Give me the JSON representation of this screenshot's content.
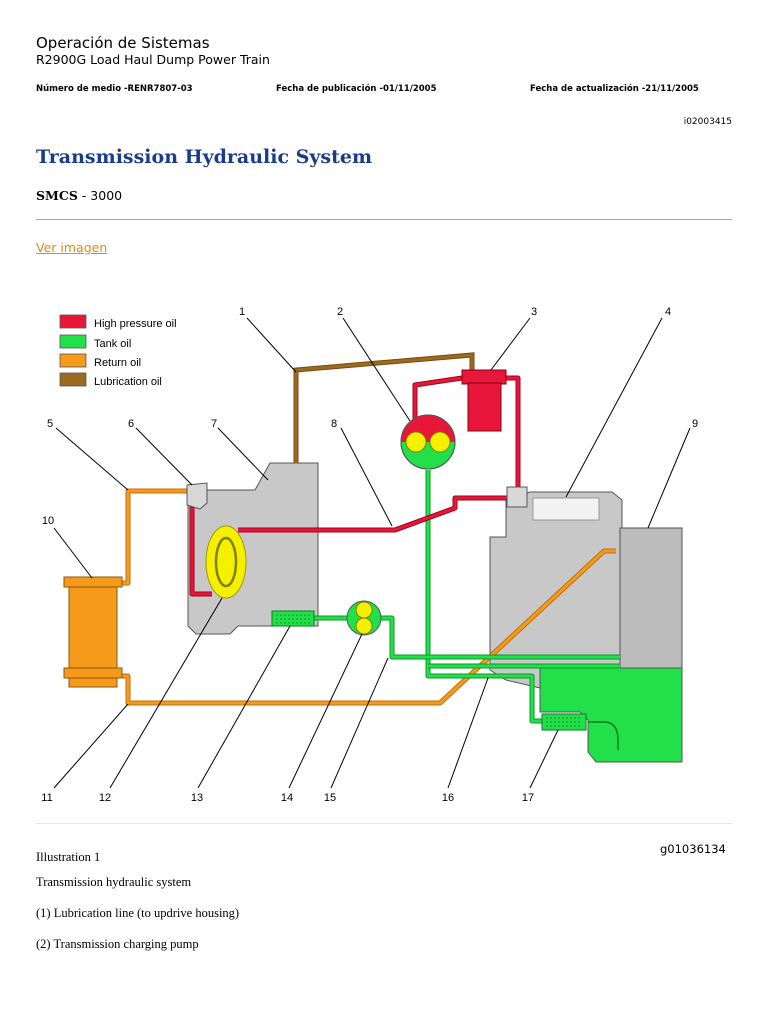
{
  "header": {
    "doc_type": "Operación de Sistemas",
    "subtitle": "R2900G Load Haul Dump Power Train",
    "media_number": "Número de medio -RENR7807-03",
    "publication_date": "Fecha de publicación -01/11/2005",
    "update_date": "Fecha de actualización -21/11/2005",
    "doc_id": "i02003415"
  },
  "article": {
    "title": "Transmission Hydraulic System",
    "smcs_label": "SMCS",
    "smcs_value": " - 3000",
    "view_image_link": "Ver imagen"
  },
  "diagram": {
    "legend": [
      {
        "label": "High pressure oil",
        "color": "#e8173a"
      },
      {
        "label": "Tank oil",
        "color": "#22e04a"
      },
      {
        "label": "Return oil",
        "color": "#f59a1a"
      },
      {
        "label": "Lubrication oil",
        "color": "#9a6a1e"
      }
    ],
    "callouts": [
      "1",
      "2",
      "3",
      "4",
      "5",
      "6",
      "7",
      "8",
      "9",
      "10",
      "11",
      "12",
      "13",
      "14",
      "15",
      "16",
      "17"
    ],
    "colors": {
      "housing": "#c8c8c8",
      "outline": "#555555",
      "pump_yellow": "#f5f000"
    }
  },
  "illustration": {
    "label": "Illustration 1",
    "id": "g01036134",
    "caption": "Transmission hydraulic system",
    "items": [
      "(1) Lubrication line (to updrive housing)",
      "(2) Transmission charging pump"
    ]
  }
}
